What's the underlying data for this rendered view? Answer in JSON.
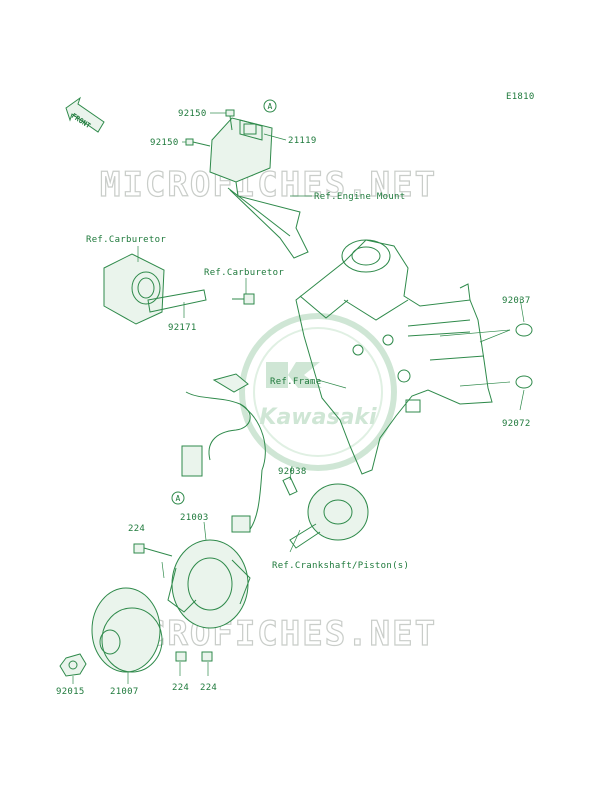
{
  "diagram_code": "E1810",
  "front_label": "FRONT",
  "watermark": "MICROFICHES.NET",
  "logo_text": "Kawasaki",
  "callout_a": "A",
  "labels": {
    "p92150_top": "92150",
    "p92150_mid": "92150",
    "p21119": "21119",
    "ref_engine_mount": "Ref.Engine Mount",
    "ref_carburetor_1": "Ref.Carburetor",
    "ref_carburetor_2": "Ref.Carburetor",
    "p92171": "92171",
    "p92037": "92037",
    "ref_frame": "Ref.Frame",
    "p92072": "92072",
    "p92038": "92038",
    "p21003": "21003",
    "p224_left": "224",
    "ref_crankshaft": "Ref.Crankshaft/Piston(s)",
    "p224_b1": "224",
    "p224_b2": "224",
    "p92015": "92015",
    "p21007": "21007"
  },
  "colors": {
    "line": "#2f8a4b",
    "text": "#1f7a3c",
    "watermark": "#c9cdc9",
    "logo": "#a9d3b3"
  }
}
